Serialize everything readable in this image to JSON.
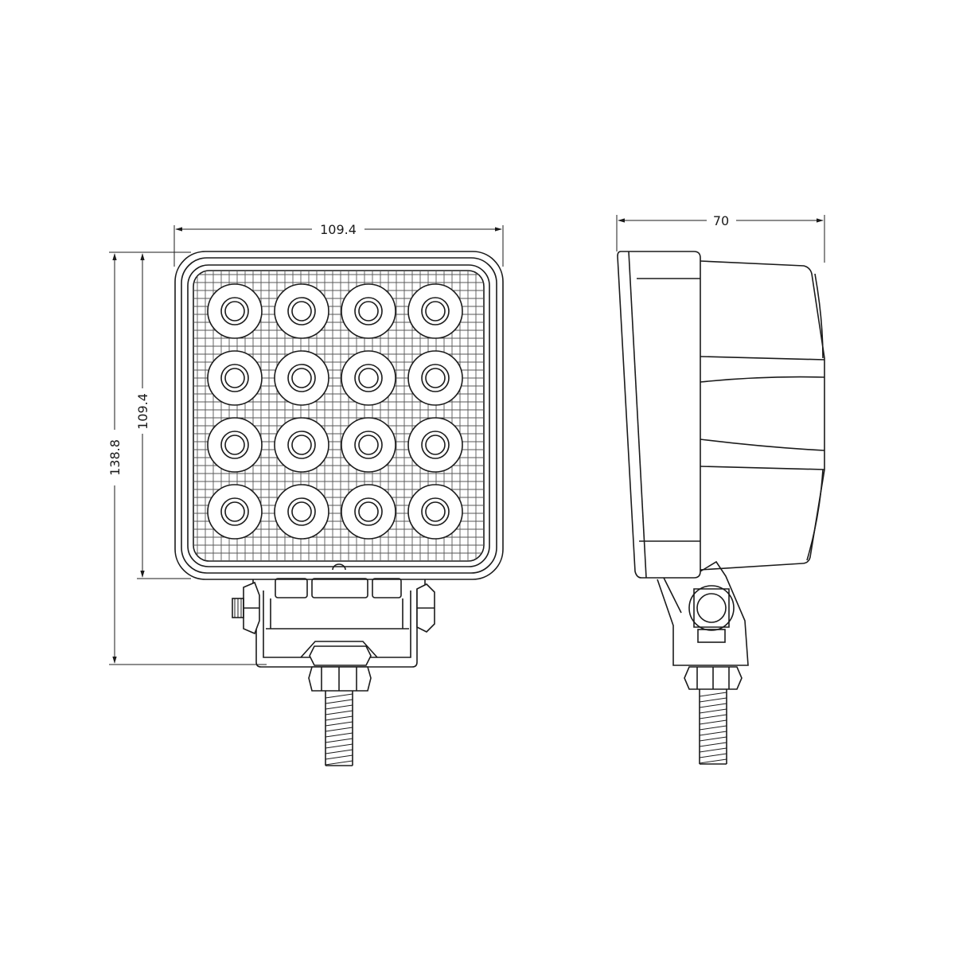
{
  "dimensions": {
    "front_width": "109.4",
    "front_height_body": "109.4",
    "front_height_total": "138.8",
    "side_depth": "70"
  },
  "led_grid": {
    "rows": 4,
    "cols": 4
  },
  "colors": {
    "line": "#1a1a1a",
    "background": "#ffffff"
  }
}
